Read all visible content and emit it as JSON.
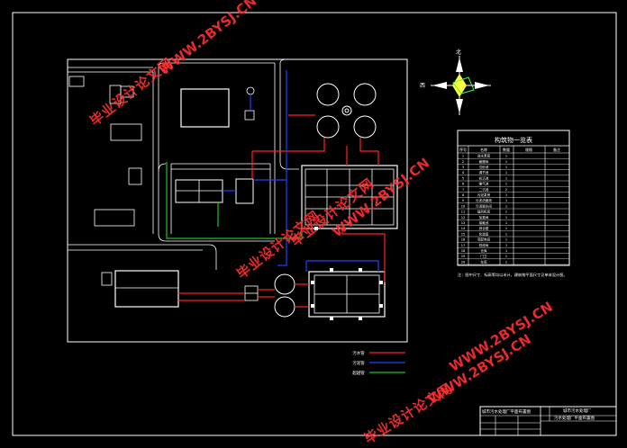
{
  "compass": {
    "north": "北",
    "west": "西"
  },
  "table": {
    "title": "构筑物一览表",
    "headers": [
      "序号",
      "名称",
      "数量",
      "规格",
      "备注"
    ],
    "rows": [
      [
        "1",
        "进水泵房",
        "1",
        "",
        ""
      ],
      [
        "2",
        "格栅间",
        "1",
        "",
        ""
      ],
      [
        "3",
        "沉砂池",
        "1",
        "",
        ""
      ],
      [
        "4",
        "调节池",
        "1",
        "",
        ""
      ],
      [
        "5",
        "初沉池",
        "1",
        "",
        ""
      ],
      [
        "6",
        "曝气池",
        "1",
        "",
        ""
      ],
      [
        "7",
        "二沉池",
        "2",
        "",
        ""
      ],
      [
        "8",
        "污泥泵房",
        "1",
        "",
        ""
      ],
      [
        "9",
        "污泥浓缩池",
        "1",
        "",
        ""
      ],
      [
        "10",
        "污泥脱水间",
        "1",
        "",
        ""
      ],
      [
        "11",
        "鼓风机房",
        "1",
        "",
        ""
      ],
      [
        "12",
        "加氯间",
        "1",
        "",
        ""
      ],
      [
        "13",
        "接触池",
        "1",
        "",
        ""
      ],
      [
        "14",
        "综合楼",
        "1",
        "",
        ""
      ],
      [
        "15",
        "化验室",
        "1",
        "",
        ""
      ],
      [
        "16",
        "变配电间",
        "1",
        "",
        ""
      ],
      [
        "17",
        "机修间",
        "1",
        "",
        ""
      ],
      [
        "18",
        "仓库",
        "1",
        "",
        ""
      ],
      [
        "19",
        "门卫",
        "1",
        "",
        ""
      ],
      [
        "20",
        "车库",
        "1",
        "",
        ""
      ]
    ],
    "note": "注：图中尺寸、标高等均以米计，建筑物平面尺寸见单体设计图。"
  },
  "legend": [
    {
      "label": "污水管",
      "color": "#ff2020"
    },
    {
      "label": "污泥管",
      "color": "#2040ff"
    },
    {
      "label": "超越管",
      "color": "#20c020"
    }
  ],
  "title_block": {
    "left_title": "城市污水处理厂平面布置图",
    "right_title": "城市污水处理厂",
    "drawing_title": "污水处理厂平面布置图"
  },
  "watermark": {
    "cn": "毕业设计论文网",
    "url": "WWW.2BYSJ.CN"
  },
  "colors": {
    "line": "#ffffff",
    "sewage": "#ff2020",
    "sludge": "#2040ff",
    "bypass": "#20c020",
    "watermark": "#ff3030",
    "compass": "#ffff40"
  }
}
